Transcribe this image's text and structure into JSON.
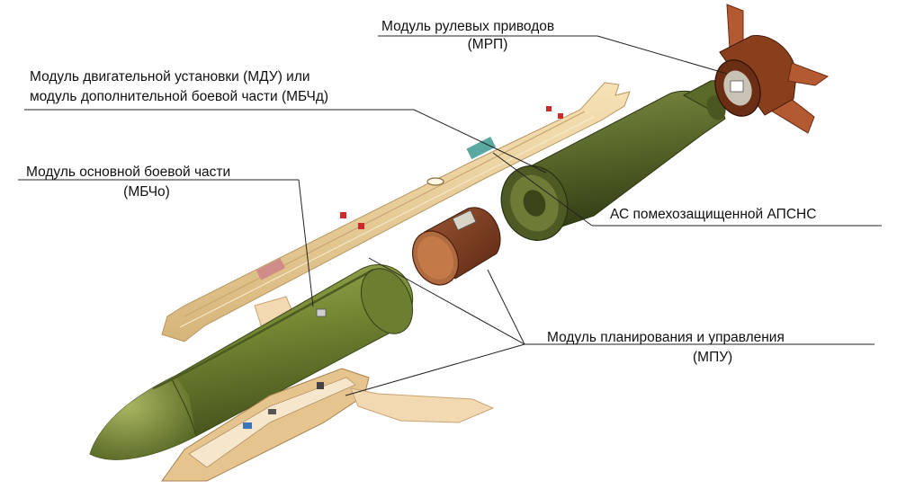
{
  "labels": {
    "mrp_line1": "Модуль рулевых приводов",
    "mrp_line2": "(МРП)",
    "mdu_line1": "Модуль двигательной установки (МДУ) или",
    "mdu_line2": "модуль дополнительной боевой части (МБЧд)",
    "mbcho_line1": "Модуль основной боевой части",
    "mbcho_line2": "(МБЧо)",
    "as_apsns": "АС помехозащищенной АПСНС",
    "mpu_line1": "Модуль планирования и управления",
    "mpu_line2": "(МПУ)"
  },
  "colors": {
    "olive_body": "#6b7d2e",
    "olive_dark": "#3f4d1c",
    "wing_tan": "#e9cf9a",
    "wing_edge": "#b89660",
    "brown_module": "#7a3a1e",
    "rudder_copper": "#b45a32",
    "leader_line": "#222222"
  }
}
